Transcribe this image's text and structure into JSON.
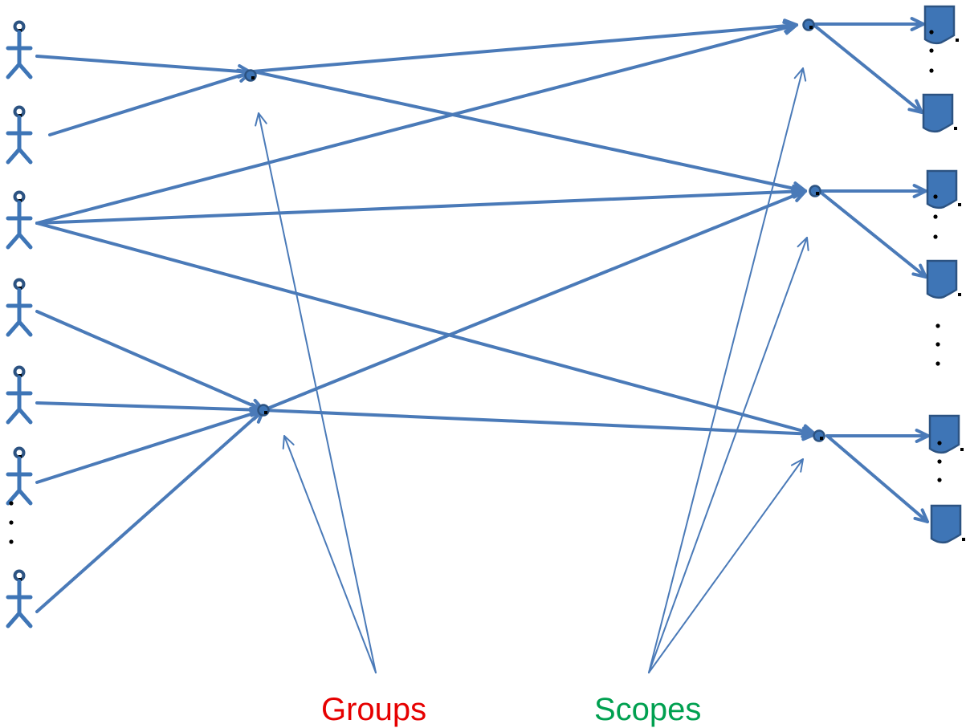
{
  "diagram": {
    "labels": {
      "groups": "Groups",
      "scopes": "Scopes"
    },
    "label_colors": {
      "groups": "#e60000",
      "scopes": "#00a050"
    },
    "line_color": "#4a7ab8",
    "icon_color": "#3e75b6",
    "icon_dark": "#2c5382",
    "node_types": {
      "users": "person-icon",
      "groups": "group-node",
      "scopes": "scope-node",
      "resources": "document-icon"
    },
    "counts": {
      "users": 7,
      "groups": 2,
      "scopes": 3,
      "resources": 6
    }
  }
}
